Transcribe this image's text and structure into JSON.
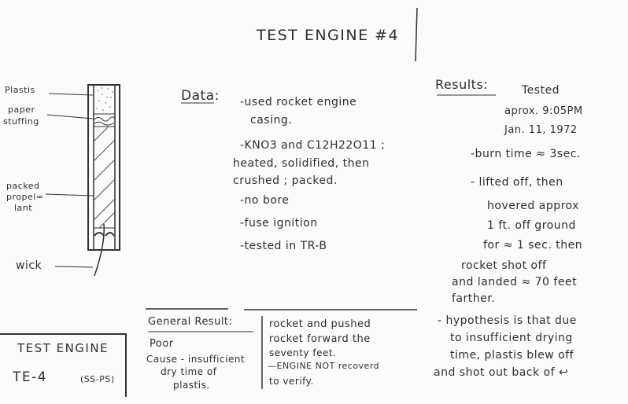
{
  "title": "TEST ENGINE #4",
  "diagram": {
    "labels": {
      "plastis": "Plastis",
      "paper_stuffing": [
        "paper",
        "stuffing"
      ],
      "packed_propellant": [
        "packed",
        "propel=",
        "lant"
      ],
      "wick": "wick"
    }
  },
  "data": {
    "heading": "Data:",
    "lines": [
      "-used rocket engine",
      "casing.",
      "-KNO3 and C12H22O11 ;",
      "heated, solidified, then",
      "crushed ; packed.",
      "-no bore",
      "-fuse ignition",
      "-tested in TR-B"
    ]
  },
  "results": {
    "heading": "Results:",
    "lines": [
      "Tested",
      "aprox. 9:05PM",
      "Jan. 11, 1972",
      "-burn time ≈ 3sec.",
      "- lifted off, then",
      "hovered approx",
      "1 ft. off ground",
      "for ≈ 1 sec. then",
      "rocket shot off",
      "and landed ≈ 70 feet",
      "farther.",
      "- hypothesis is that due",
      "to insufficient drying",
      "time, plastis blew off",
      "and shot out back of ↩"
    ]
  },
  "general_result": {
    "heading": "General Result:",
    "rating": "Poor",
    "cause": [
      "Cause - insufficient",
      "dry time of",
      "plastis."
    ],
    "continuation": [
      "rocket and pushed",
      "rocket forward the",
      "seventy feet.",
      "—ENGINE NOT recoverd",
      "to verify."
    ]
  },
  "label_box": {
    "line1": "TEST ENGINE",
    "line2": "TE-4",
    "line3": "(SS-PS)"
  }
}
